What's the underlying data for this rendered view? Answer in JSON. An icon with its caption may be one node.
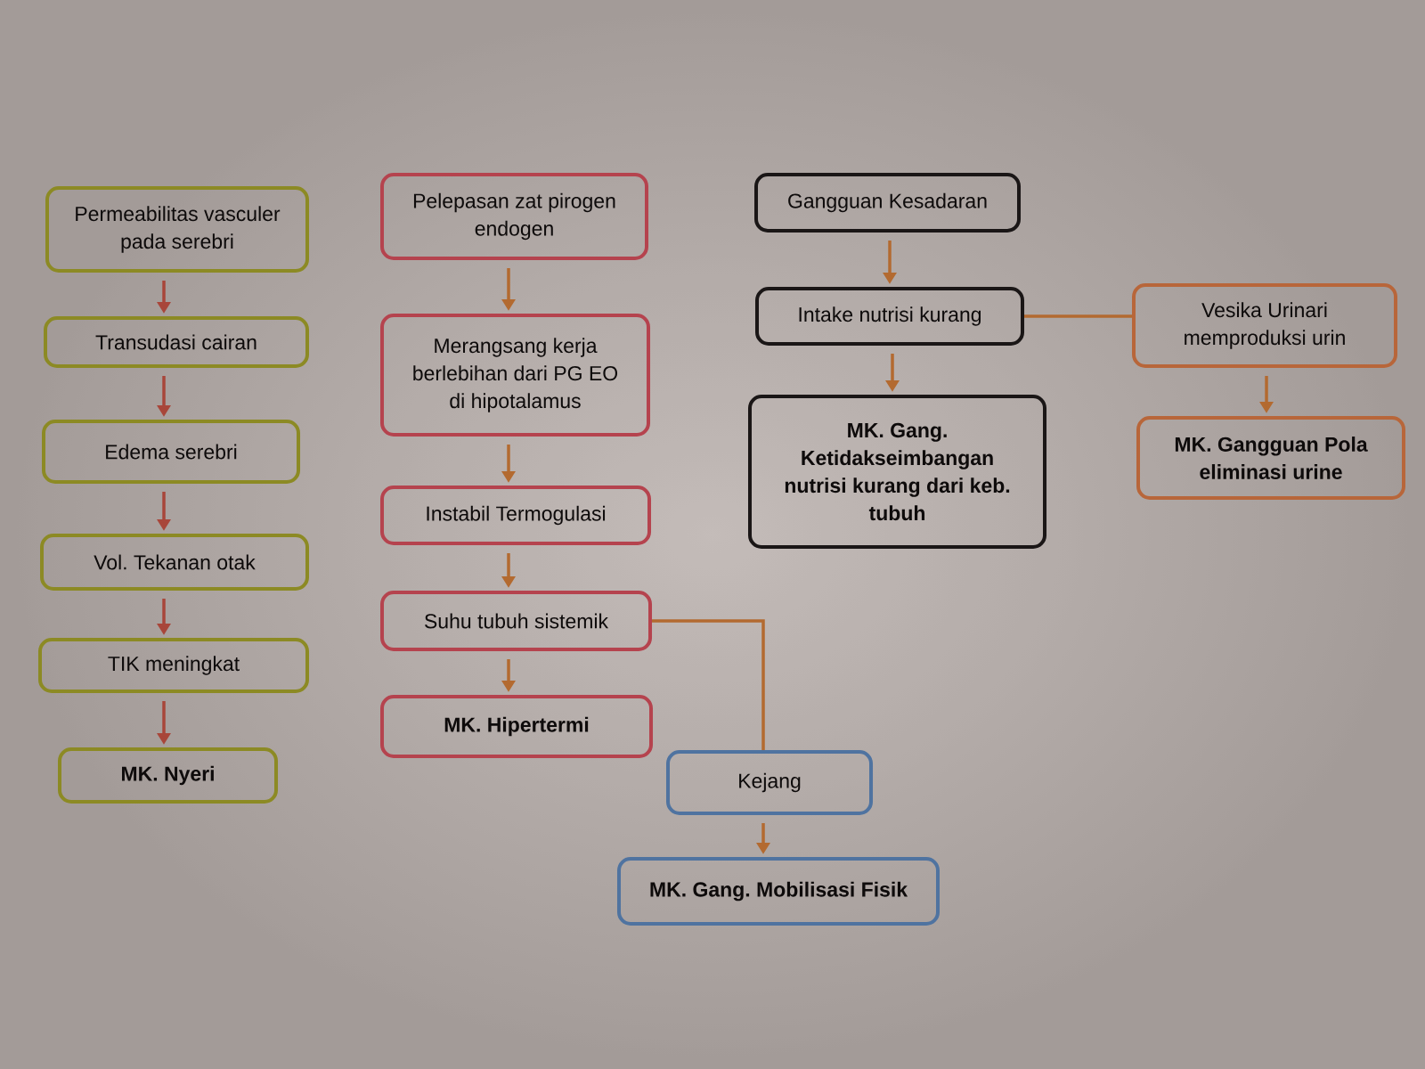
{
  "diagram": {
    "nodes": [
      {
        "text": [
          "Permeabilitas vasculer pada serebri"
        ]
      },
      {
        "text": [
          "Transudasi cairan"
        ]
      },
      {
        "text": [
          "Edema serebri"
        ]
      },
      {
        "text": [
          "Vol. Tekanan otak"
        ]
      },
      {
        "text": [
          "TIK meningkat"
        ]
      },
      {
        "text": [
          "MK. Nyeri"
        ]
      },
      {
        "text": [
          "Pelepasan zat pirogen endogen"
        ]
      },
      {
        "text": [
          "Merangsang kerja berlebihan dari PG EO di hipotalamus"
        ]
      },
      {
        "text": [
          "Instabil Termogulasi"
        ]
      },
      {
        "text": [
          "Suhu tubuh sistemik"
        ]
      },
      {
        "text": [
          "MK. Hipertermi"
        ]
      },
      {
        "text": [
          "Kejang"
        ]
      },
      {
        "text": [
          "MK. Gang. Mobilisasi Fisik"
        ]
      },
      {
        "text": [
          "Gangguan Kesadaran"
        ]
      },
      {
        "text": [
          "Intake nutrisi kurang"
        ]
      },
      {
        "text": [
          "MK. Gang. Ketidakseimbangan nutrisi kurang dari keb. tubuh"
        ]
      },
      {
        "text": [
          "Vesika Urinari memproduksi urin"
        ]
      },
      {
        "text": [
          "MK. Gangguan Pola eliminasi urine"
        ]
      }
    ],
    "edges": [
      {
        "from": 0,
        "to": 1,
        "arrow": "to",
        "color": "#a8463a"
      },
      {
        "from": 1,
        "to": 2,
        "arrow": "to",
        "color": "#a8463a"
      },
      {
        "from": 2,
        "to": 3,
        "arrow": "to",
        "color": "#a8463a"
      },
      {
        "from": 3,
        "to": 4,
        "arrow": "to",
        "color": "#a8463a"
      },
      {
        "from": 4,
        "to": 5,
        "arrow": "to",
        "color": "#a8463a"
      },
      {
        "from": 6,
        "to": 7,
        "arrow": "to"
      },
      {
        "from": 7,
        "to": 8,
        "arrow": "to"
      },
      {
        "from": 8,
        "to": 9,
        "arrow": "to"
      },
      {
        "from": 9,
        "to": 10,
        "arrow": "to"
      },
      {
        "from": 9,
        "to": 11,
        "arrow": "none"
      },
      {
        "from": 11,
        "to": 12,
        "arrow": "to"
      },
      {
        "from": 13,
        "to": 14,
        "arrow": "to"
      },
      {
        "from": 14,
        "to": 15,
        "arrow": "to"
      },
      {
        "from": 14,
        "to": 16,
        "arrow": "none"
      },
      {
        "from": 16,
        "to": 17,
        "arrow": "to"
      }
    ]
  }
}
